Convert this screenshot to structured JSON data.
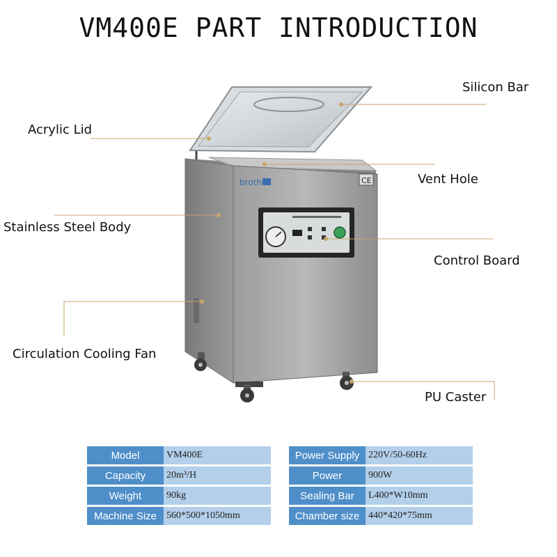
{
  "title": "VM400E PART INTRODUCTION",
  "labels": {
    "silicon_bar": "Silicon Bar",
    "acrylic_lid": "Acrylic Lid",
    "vent_hole": "Vent Hole",
    "stainless_body": "Stainless Steel Body",
    "control_board": "Control Board",
    "cooling_fan": "Circulation Cooling Fan",
    "pu_caster": "PU Caster"
  },
  "machine": {
    "brand": "brother",
    "mark": "CE"
  },
  "specs_left": [
    {
      "key": "Model",
      "value": "VM400E"
    },
    {
      "key": "Capacity",
      "value": "20m³/H"
    },
    {
      "key": "Weight",
      "value": "90kg"
    },
    {
      "key": "Machine Size",
      "value": "560*500*1050mm"
    }
  ],
  "specs_right": [
    {
      "key": "Power Supply",
      "value": "220V/50-60Hz"
    },
    {
      "key": "Power",
      "value": "900W"
    },
    {
      "key": "Sealing Bar",
      "value": "L400*W10mm"
    },
    {
      "key": "Chamber size",
      "value": "440*420*75mm"
    }
  ],
  "colors": {
    "key_bg": "#4f8fc9",
    "value_bg": "#b3cfea",
    "leader_line": "#c8a46a"
  }
}
